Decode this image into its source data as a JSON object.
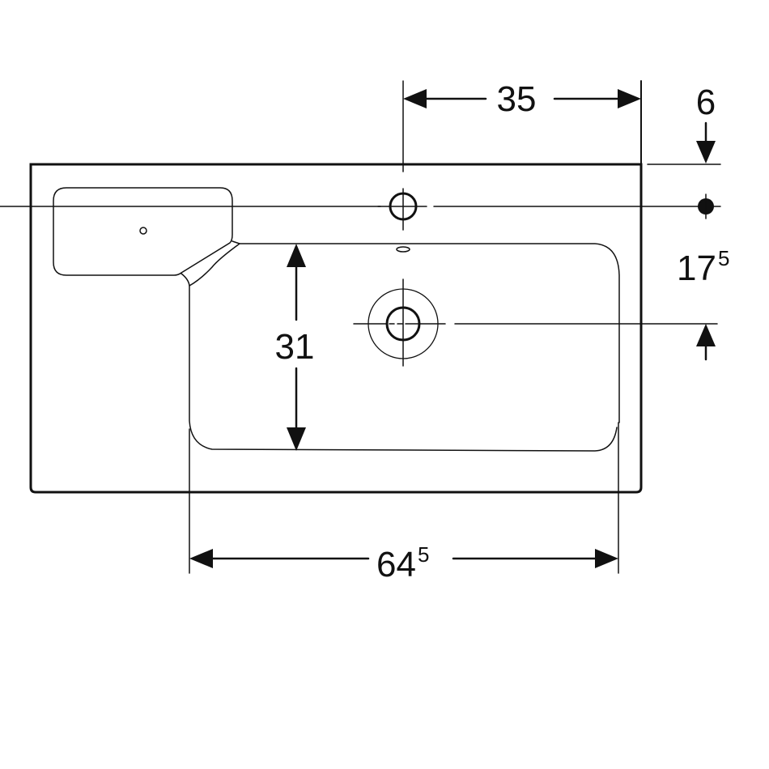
{
  "drawing": {
    "subject": "washbasin",
    "dimensions": {
      "tap_hole_offset": "35",
      "top_offset": "6",
      "tap_to_drain_main": "17",
      "tap_to_drain_sup": "5",
      "bowl_depth": "31",
      "bowl_width_main": "64",
      "bowl_width_sup": "5"
    },
    "line_color": "#111111"
  }
}
